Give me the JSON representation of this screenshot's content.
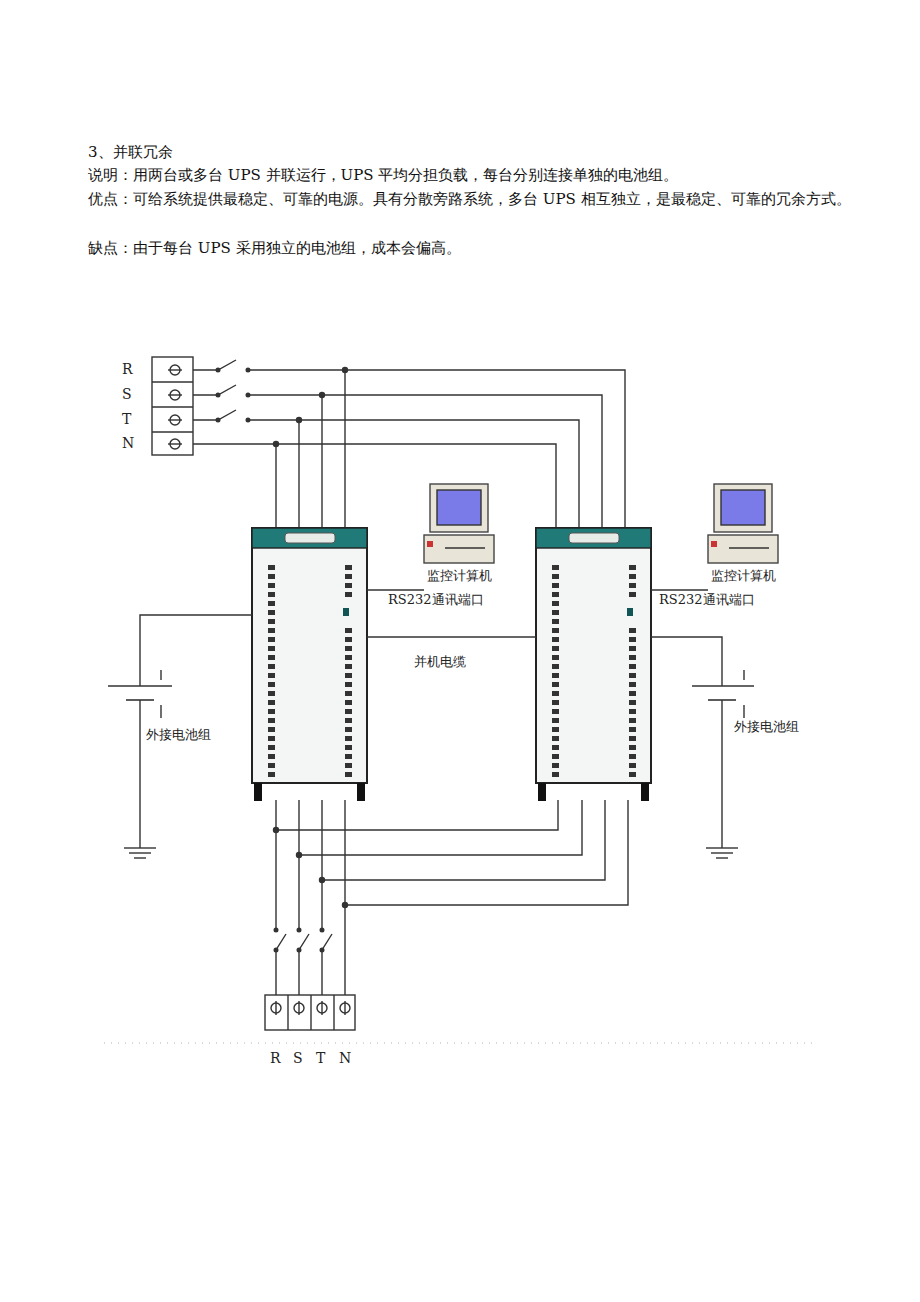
{
  "diagram": {
    "title": "3、并联冗余",
    "nodes": [
      {
        "text": [
          "监控计算机"
        ]
      },
      {
        "text": [
          "监控计算机"
        ]
      }
    ],
    "labels": [
      "说明：用两台或多台 UPS 并联运行，UPS 平均分担负载，每台分别连接单独的电池组。",
      "优点：可给系统提供最稳定、可靠的电源。具有分散旁路系统，多台 UPS 相互独立，是最稳定、可靠的冗余方式。",
      "缺点：由于每台 UPS 采用独立的电池组，成本会偏高。",
      "R",
      "S",
      "T",
      "N",
      "RS232通讯端口",
      "RS232通讯端口",
      "并机电缆",
      "外接电池组",
      "外接电池组",
      "R",
      "S",
      "T",
      "N"
    ]
  }
}
